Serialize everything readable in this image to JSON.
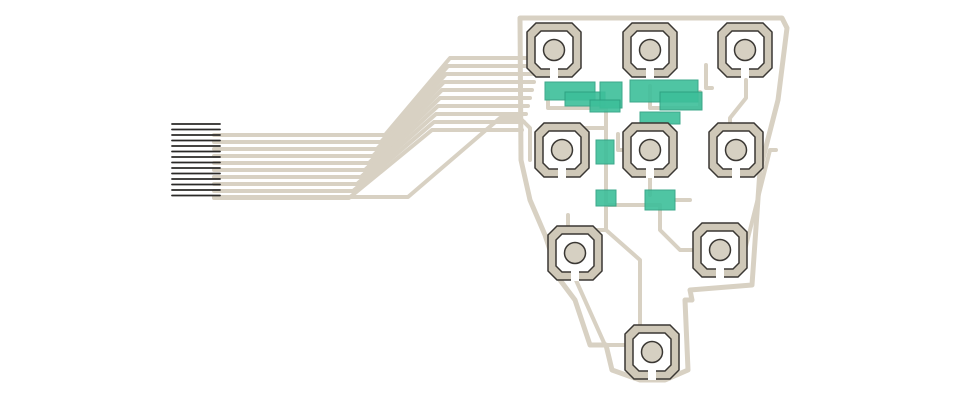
{
  "diagram": {
    "kind": "membrane-keypad-flex-circuit",
    "key_count": 9,
    "connector_pin_count": 14,
    "colors": {
      "background": "#ffffff",
      "substrate": "#ffffff",
      "substrate_outline": "#d8d1c3",
      "trace": "#d8d1c3",
      "trace_edge": "#c9c1b1",
      "pad_frame": "#cfc8b8",
      "pad_outline": "#3a3733",
      "pad_center": "#d6d0c2",
      "component": "#3dbf9a",
      "component_dark": "#2a9f7f",
      "connector_pin": "#2b2a28"
    }
  }
}
